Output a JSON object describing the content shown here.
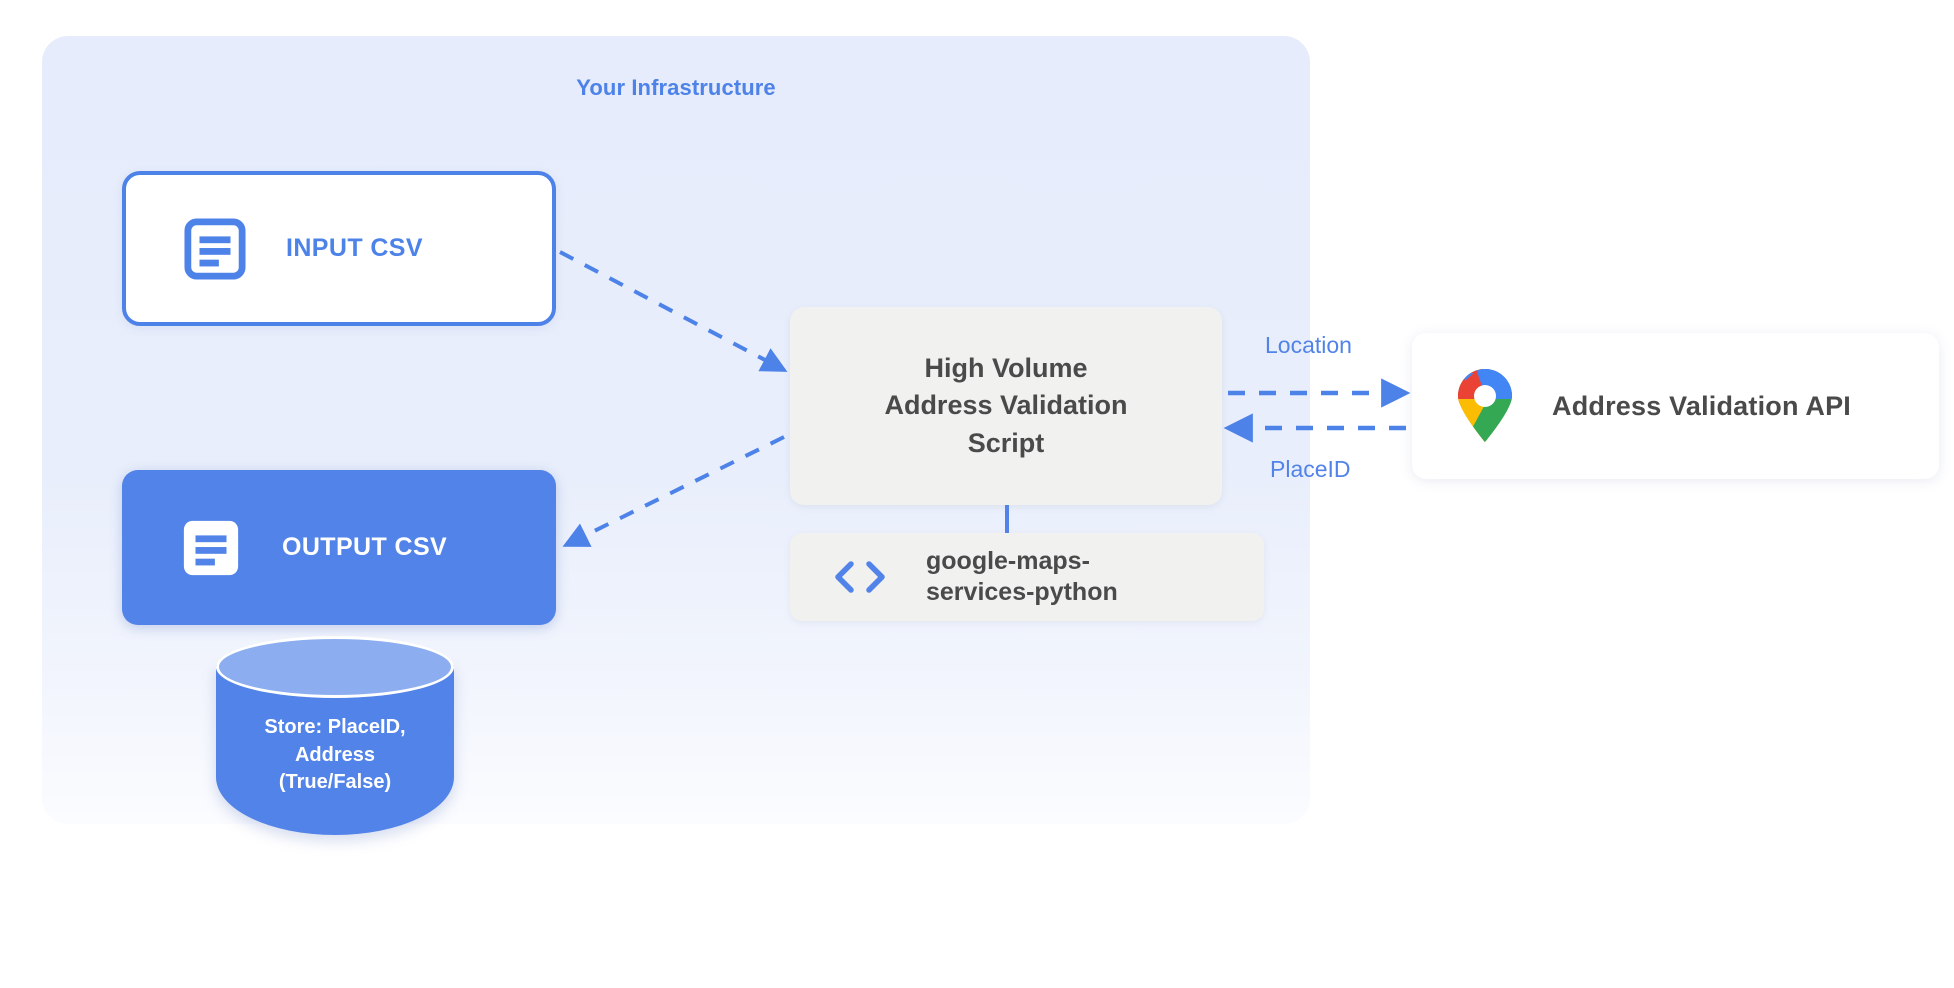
{
  "diagram": {
    "container": {
      "title": "Your Infrastructure",
      "accent_color": "#4d82e8",
      "background_color": "#e6ecfb"
    },
    "nodes": {
      "input_csv": {
        "label": "INPUT CSV",
        "icon": "document-icon",
        "fill": "#ffffff",
        "border": "#4d82e8",
        "text_color": "#4d82e8"
      },
      "output_csv": {
        "label": "OUTPUT CSV",
        "icon": "document-icon",
        "fill": "#5283e8",
        "text_color": "#ffffff"
      },
      "script": {
        "line1": "High Volume",
        "line2": "Address Validation",
        "line3": "Script",
        "fill": "#f1f1f0",
        "text_color": "#4a4a4a"
      },
      "library": {
        "line1": "google-maps-",
        "line2": "services-python",
        "icon": "code-brackets-icon",
        "fill": "#f1f1f0",
        "icon_color": "#5283e8",
        "text_color": "#4a4a4a"
      },
      "api": {
        "label": "Address Validation API",
        "icon": "google-maps-pin-icon",
        "fill": "#ffffff",
        "text_color": "#4a4a4a"
      },
      "database": {
        "line1": "Store: PlaceID,",
        "line2": "Address",
        "line3": "(True/False)",
        "fill": "#5283e8",
        "top_fill": "#8caef0",
        "text_color": "#ffffff"
      }
    },
    "edges": [
      {
        "name": "input-to-script",
        "label": "",
        "style": "dashed",
        "color": "#5283e8"
      },
      {
        "name": "script-to-output",
        "label": "",
        "style": "dashed",
        "color": "#5283e8"
      },
      {
        "name": "script-to-api",
        "label": "Location",
        "style": "dashed",
        "color": "#5283e8"
      },
      {
        "name": "api-to-script",
        "label": "PlaceID",
        "style": "dashed",
        "color": "#5283e8"
      },
      {
        "name": "script-to-library",
        "label": "",
        "style": "solid",
        "color": "#5283e8"
      }
    ],
    "edge_labels": {
      "location": "Location",
      "placeid": "PlaceID"
    }
  }
}
